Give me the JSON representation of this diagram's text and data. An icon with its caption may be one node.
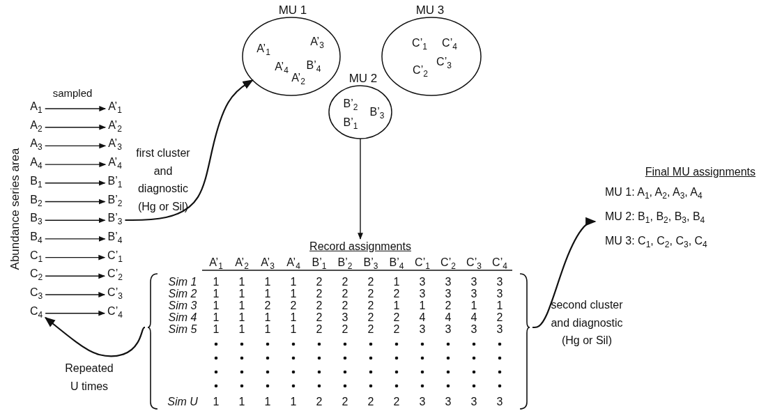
{
  "diagram": {
    "nodes": [
      {
        "text": [
          "A$_{1}$"
        ]
      },
      {
        "text": [
          "A$_{2}$"
        ]
      },
      {
        "text": [
          "A$_{3}$"
        ]
      },
      {
        "text": [
          "A$_{4}$"
        ]
      },
      {
        "text": [
          "B$_{1}$"
        ]
      },
      {
        "text": [
          "B$_{2}$"
        ]
      },
      {
        "text": [
          "B$_{3}$"
        ]
      },
      {
        "text": [
          "B$_{4}$"
        ]
      },
      {
        "text": [
          "C$_{1}$"
        ]
      },
      {
        "text": [
          "C$_{2}$"
        ]
      },
      {
        "text": [
          "C$_{3}$"
        ]
      },
      {
        "text": [
          "C$_{4}$"
        ]
      },
      {
        "text": [
          "A’$_{1}$"
        ]
      },
      {
        "text": [
          "A’$_{2}$"
        ]
      },
      {
        "text": [
          "A’$_{3}$"
        ]
      },
      {
        "text": [
          "A’$_{4}$"
        ]
      },
      {
        "text": [
          "B’$_{1}$"
        ]
      },
      {
        "text": [
          "B’$_{2}$"
        ]
      },
      {
        "text": [
          "B’$_{3}$"
        ]
      },
      {
        "text": [
          "B’$_{4}$"
        ]
      },
      {
        "text": [
          "C’$_{1}$"
        ]
      },
      {
        "text": [
          "C’$_{2}$"
        ]
      },
      {
        "text": [
          "C’$_{3}$"
        ]
      },
      {
        "text": [
          "C’$_{4}$"
        ]
      },
      {
        "text": [
          "MU 1",
          "A’$_{1}$",
          "A’$_{3}$",
          "A’$_{4}$",
          "B’$_{4}$",
          "A’$_{2}$"
        ]
      },
      {
        "text": [
          "MU 2",
          "B’$_{2}$",
          "B’$_{3}$",
          "B’$_{1}$"
        ]
      },
      {
        "text": [
          "MU 3",
          "C’$_{1}$",
          "C’$_{4}$",
          "C’$_{3}$",
          "C’$_{2}$"
        ]
      },
      {
        "text": [
          "Record assignments"
        ]
      },
      {
        "text": [
          "Final MU assignments",
          "MU 1: A$_{1}$, A$_{2}$, A$_{3}$, A$_{4}$",
          "MU 2: B$_{1}$, B$_{2}$, B$_{3}$, B$_{4}$",
          "MU 3: C$_{1}$, C$_{2}$, C$_{3}$, C$_{4}$"
        ]
      }
    ],
    "edges": [
      {
        "from": 0,
        "to": 12,
        "arrow": "to",
        "label": "sampled"
      },
      {
        "from": 1,
        "to": 13,
        "arrow": "to"
      },
      {
        "from": 2,
        "to": 14,
        "arrow": "to"
      },
      {
        "from": 3,
        "to": 15,
        "arrow": "to"
      },
      {
        "from": 4,
        "to": 16,
        "arrow": "to"
      },
      {
        "from": 5,
        "to": 17,
        "arrow": "to"
      },
      {
        "from": 6,
        "to": 18,
        "arrow": "to"
      },
      {
        "from": 7,
        "to": 19,
        "arrow": "to"
      },
      {
        "from": 8,
        "to": 20,
        "arrow": "to"
      },
      {
        "from": 9,
        "to": 21,
        "arrow": "to"
      },
      {
        "from": 10,
        "to": 22,
        "arrow": "to"
      },
      {
        "from": 11,
        "to": 23,
        "arrow": "to"
      },
      {
        "from": 18,
        "to": 24,
        "arrow": "to",
        "label": "first cluster and diagnostic (Hg or Sil)"
      },
      {
        "from": 25,
        "to": 27,
        "arrow": "to"
      },
      {
        "from": 27,
        "to": 28,
        "arrow": "to",
        "label": "second cluster and diagnostic (Hg or Sil)"
      },
      {
        "from": 27,
        "to": 11,
        "arrow": "to",
        "label": "Repeated U times"
      }
    ],
    "labels": [
      "Abundance series area",
      "A’$_{1}$",
      "A’$_{2}$",
      "A’$_{3}$",
      "A’$_{4}$",
      "B’$_{1}$",
      "B’$_{2}$",
      "B’$_{3}$",
      "B’$_{4}$",
      "C’$_{1}$",
      "C’$_{2}$",
      "C’$_{3}$",
      "C’$_{4}$",
      "Sim 1",
      "1",
      "1",
      "1",
      "1",
      "2",
      "2",
      "2",
      "1",
      "3",
      "3",
      "3",
      "3",
      "Sim 2",
      "1",
      "1",
      "1",
      "1",
      "2",
      "2",
      "2",
      "2",
      "3",
      "3",
      "3",
      "3",
      "Sim 3",
      "1",
      "1",
      "2",
      "2",
      "2",
      "2",
      "2",
      "1",
      "1",
      "2",
      "1",
      "1",
      "Sim 4",
      "1",
      "1",
      "1",
      "1",
      "2",
      "3",
      "2",
      "2",
      "4",
      "4",
      "4",
      "2",
      "Sim 5",
      "1",
      "1",
      "1",
      "1",
      "2",
      "2",
      "2",
      "2",
      "3",
      "3",
      "3",
      "3",
      "Sim U",
      "1",
      "1",
      "1",
      "1",
      "2",
      "2",
      "2",
      "2",
      "3",
      "3",
      "3",
      "3"
    ]
  }
}
